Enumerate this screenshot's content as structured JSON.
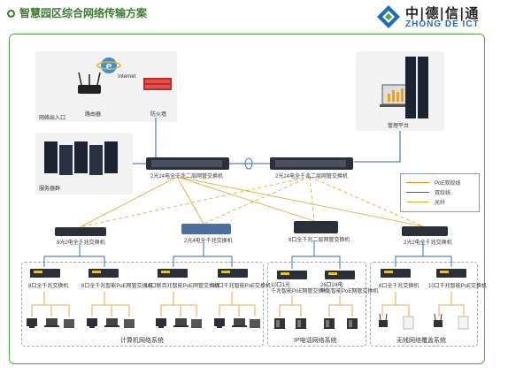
{
  "header": {
    "title": "智慧园区综合网络传输方案"
  },
  "logo": {
    "name_cn": "中|德|信|通",
    "name_en": "ZHONG DE ICT"
  },
  "top": {
    "internet": "Internet",
    "router": "路由器",
    "firewall": "防火墙",
    "network_exit": "网络出入口",
    "mgmt_platform": "管理平台",
    "server": "服务器群"
  },
  "core": {
    "left_switch": "2光24电全千兆二层网管交换机",
    "right_switch": "2光24电全千兆二层网管交换机"
  },
  "legend": {
    "poe": "PoE双绞线",
    "twisted": "双绞线",
    "fiber": "光纤"
  },
  "agg": {
    "s1": "8光2电全千兆交换机",
    "s2": "2光4电全千兆交换机",
    "s3": "8口全千兆二层网管交换机",
    "s4": "2光2电全千兆交换机"
  },
  "access": {
    "a1": "8口全千兆交换机",
    "a2": "8口全千兆智能PoE网管交换机",
    "a3": "10口联百兆智能PoE网管交换机",
    "a4": "10口千兆智能PoE交换机",
    "a5": "10口1光\n千兆智能PoE网管交换机",
    "a6": "26口24电\n千兆智能PoE网管交换机",
    "a7": "8口全千兆交换机",
    "a8": "10口千兆智能PoE交换机"
  },
  "zones": {
    "computer": "计算机网络系统",
    "ip_phone": "IP电话网络系统",
    "wireless": "无线网络覆盖系统"
  },
  "colors": {
    "green": "#5aa246",
    "poe": "#e8901e",
    "twisted": "#2f5fa8",
    "fiber": "#e0b040"
  }
}
